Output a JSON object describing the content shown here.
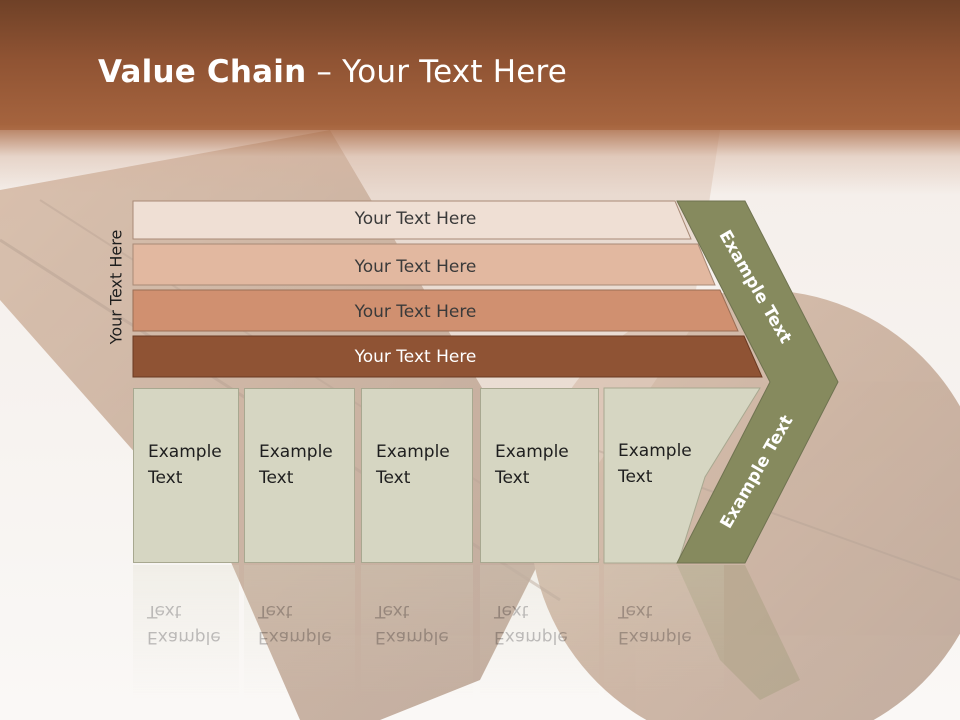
{
  "title": {
    "bold": "Value Chain",
    "rest": " – Your Text Here"
  },
  "side_label": "Your Text Here",
  "strips": [
    {
      "label": "Your Text Here",
      "color": "#efdfd4"
    },
    {
      "label": "Your Text Here",
      "color": "#e2b8a0"
    },
    {
      "label": "Your Text Here",
      "color": "#d09070"
    },
    {
      "label": "Your Text Here",
      "color": "#8f5334"
    }
  ],
  "boxes": [
    {
      "line1": "Example",
      "line2": "Text"
    },
    {
      "line1": "Example",
      "line2": "Text"
    },
    {
      "line1": "Example",
      "line2": "Text"
    },
    {
      "line1": "Example",
      "line2": "Text"
    },
    {
      "line1": "Example",
      "line2": "Text"
    }
  ],
  "chevron": {
    "upper_label": "Example Text",
    "lower_label": "Example Text",
    "color": "#868a5e"
  },
  "colors": {
    "header": "#8f5333",
    "box_fill": "#d6d6c2"
  }
}
